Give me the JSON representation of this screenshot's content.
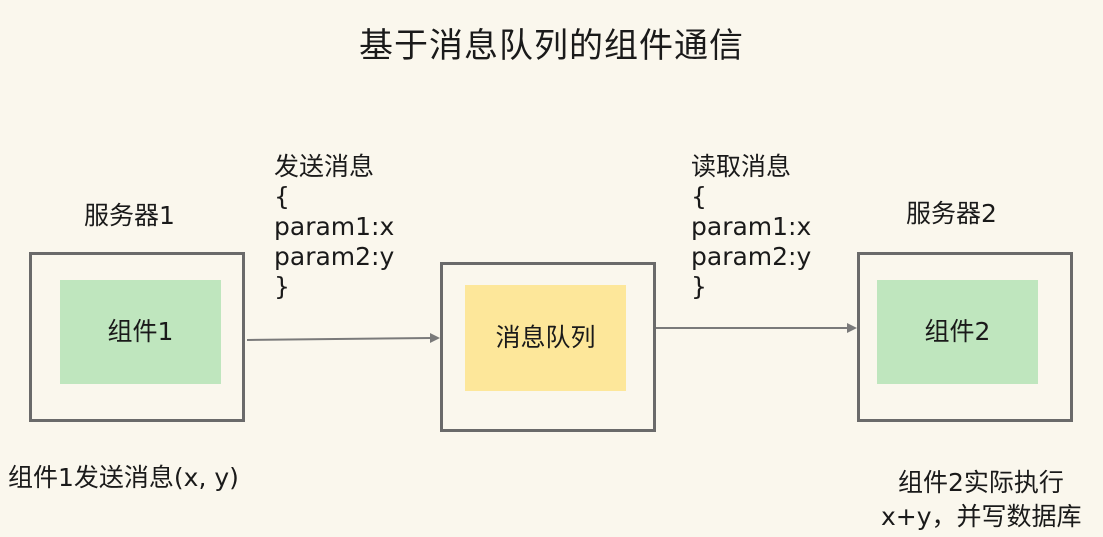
{
  "title": "基于消息队列的组件通信",
  "server1": {
    "label": "服务器1",
    "component": "组件1"
  },
  "server2": {
    "label": "服务器2",
    "component": "组件2"
  },
  "queue": {
    "label": "消息队列"
  },
  "send_message": {
    "title": "发送消息",
    "open_brace": "{",
    "param1": "param1:x",
    "param2": "param2:y",
    "close_brace": "}"
  },
  "read_message": {
    "title": "读取消息",
    "open_brace": "{",
    "param1": "param1:x",
    "param2": "param2:y",
    "close_brace": "}"
  },
  "notes": {
    "left": "组件1发送消息(x, y)",
    "right_line1": "组件2实际执行",
    "right_line2": "x+y，并写数据库"
  },
  "colors": {
    "background": "#faf7ed",
    "component_green": "#bfe6be",
    "queue_yellow": "#fde79a",
    "frame_border": "#6a6a6a",
    "arrow": "#7a7a7a"
  }
}
